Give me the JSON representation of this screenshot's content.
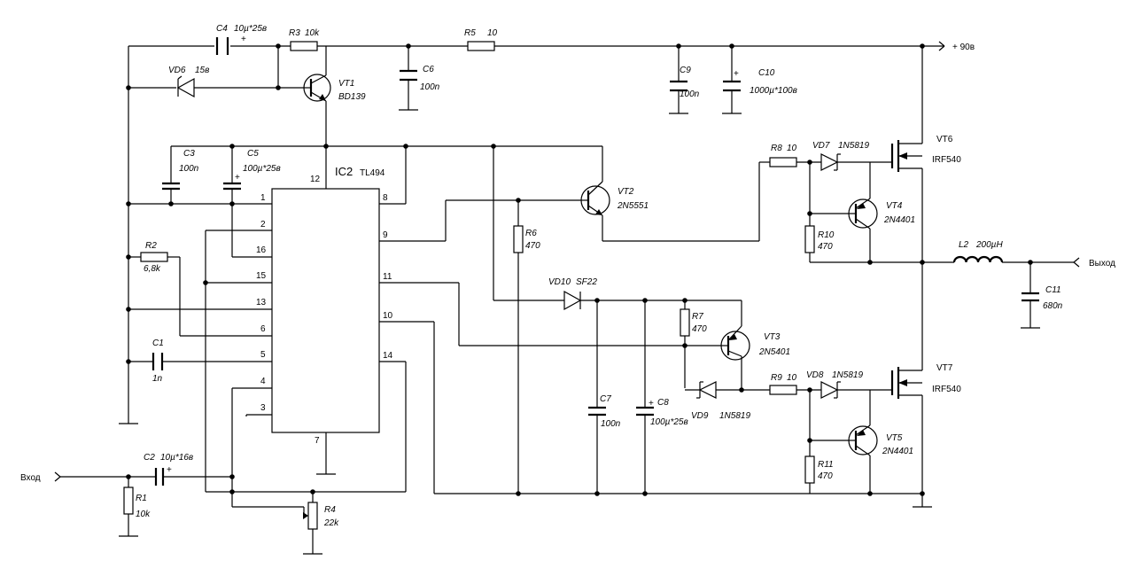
{
  "ic": {
    "name": "IC2",
    "part": "TL494",
    "pins": {
      "p1": "1",
      "p2": "2",
      "p16": "16",
      "p15": "15",
      "p13": "13",
      "p6": "6",
      "p5": "5",
      "p4": "4",
      "p3": "3",
      "p12": "12",
      "p7": "7",
      "p8": "8",
      "p9": "9",
      "p11": "11",
      "p10": "10",
      "p14": "14"
    }
  },
  "c4": {
    "ref": "C4",
    "val": "10µ*25в"
  },
  "r3": {
    "ref": "R3",
    "val": "10k"
  },
  "vd6": {
    "ref": "VD6",
    "val": "15в"
  },
  "vt1": {
    "ref": "VT1",
    "val": "BD139"
  },
  "c6": {
    "ref": "C6",
    "val": "100n"
  },
  "r5": {
    "ref": "R5",
    "val": "10"
  },
  "c9": {
    "ref": "C9",
    "val": "100n"
  },
  "c10": {
    "ref": "C10",
    "val": "1000µ*100в"
  },
  "supply": "+ 90в",
  "c3": {
    "ref": "C3",
    "val": "100n"
  },
  "c5": {
    "ref": "C5",
    "val": "100µ*25в"
  },
  "vt2": {
    "ref": "VT2",
    "val": "2N5551"
  },
  "r8": {
    "ref": "R8",
    "val": "10"
  },
  "vd7": {
    "ref": "VD7",
    "val": "1N5819"
  },
  "vt6": {
    "ref": "VT6",
    "val": "IRF540"
  },
  "vt4": {
    "ref": "VT4",
    "val": "2N4401"
  },
  "r10": {
    "ref": "R10",
    "val": "470"
  },
  "r2": {
    "ref": "R2",
    "val": "6,8k"
  },
  "r6": {
    "ref": "R6",
    "val": "470"
  },
  "l2": {
    "ref": "L2",
    "val": "200µH"
  },
  "output": "Выход",
  "c11": {
    "ref": "C11",
    "val": "680n"
  },
  "vd10": {
    "ref": "VD10",
    "val": "SF22"
  },
  "r7": {
    "ref": "R7",
    "val": "470"
  },
  "vt3": {
    "ref": "VT3",
    "val": "2N5401"
  },
  "c1": {
    "ref": "C1",
    "val": "1n"
  },
  "vt7": {
    "ref": "VT7",
    "val": "IRF540"
  },
  "r9": {
    "ref": "R9",
    "val": "10"
  },
  "vd8": {
    "ref": "VD8",
    "val": "1N5819"
  },
  "vd9": {
    "ref": "VD9",
    "val": "1N5819"
  },
  "c7": {
    "ref": "C7",
    "val": "100n"
  },
  "c8": {
    "ref": "C8",
    "val": "100µ*25в"
  },
  "vt5": {
    "ref": "VT5",
    "val": "2N4401"
  },
  "r11": {
    "ref": "R11",
    "val": "470"
  },
  "input": "Вход",
  "c2": {
    "ref": "C2",
    "val": "10µ*16в"
  },
  "r1": {
    "ref": "R1",
    "val": "10k"
  },
  "r4": {
    "ref": "R4",
    "val": "22k"
  }
}
